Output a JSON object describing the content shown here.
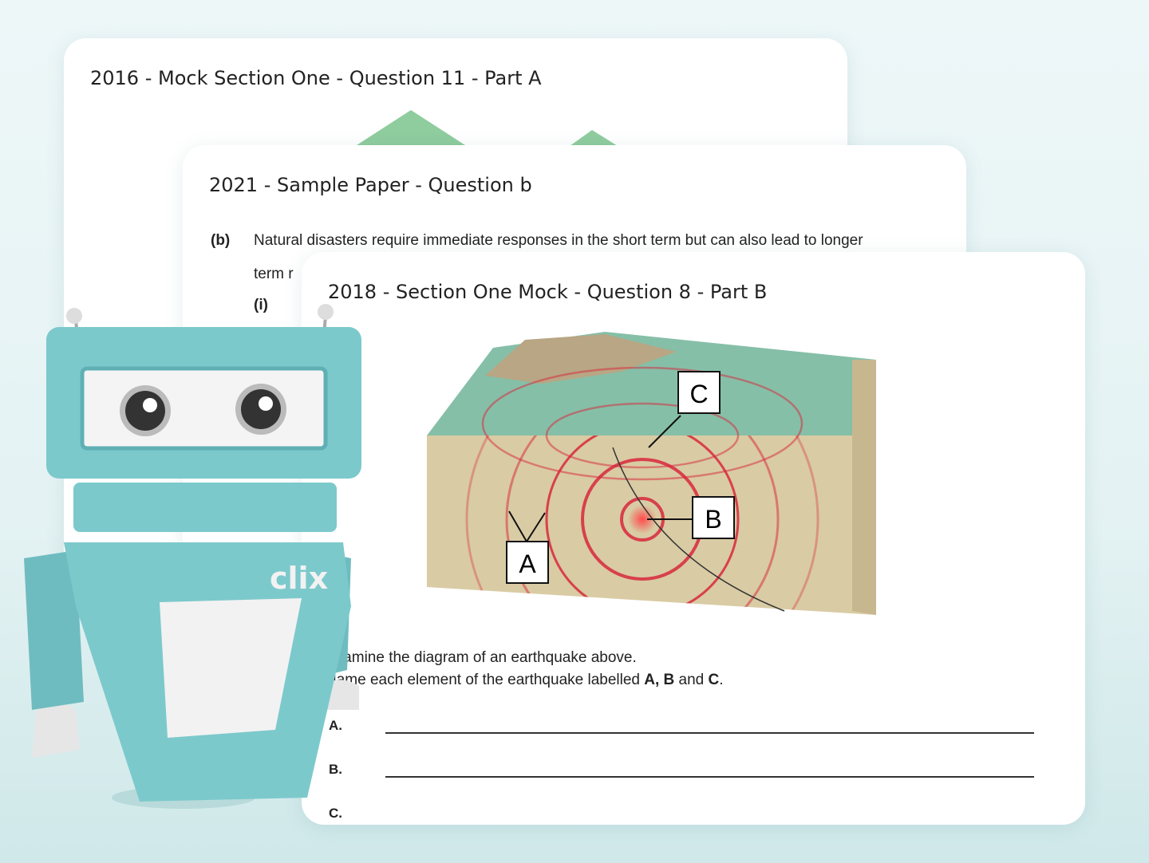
{
  "cards": [
    {
      "title": "2016 - Mock Section One - Question 11 - Part A"
    },
    {
      "title": "2021 - Sample Paper - Question b",
      "part_label": "(b)",
      "text_line1": "Natural disasters require immediate responses in the short term but can also lead to longer",
      "text_line2": "term r",
      "sub_label": "(i)"
    },
    {
      "title": "2018 - Section One Mock - Question 8 - Part B",
      "diagram_labels": [
        "A",
        "B",
        "C"
      ],
      "instruction1": "Examine the diagram of an earthquake above.",
      "instruction2_prefix": "Name each element of the earthquake labelled ",
      "instruction2_bold1": "A, B",
      "instruction2_mid": " and ",
      "instruction2_bold2": "C",
      "instruction2_end": ".",
      "answers": [
        "A.",
        "B.",
        "C."
      ]
    }
  ],
  "mascot": {
    "logo_text": "clix",
    "body_color": "#7cc9cc"
  },
  "colors": {
    "seismic_ring": "#d8283c",
    "terrain_green": "#7fb7a0"
  }
}
